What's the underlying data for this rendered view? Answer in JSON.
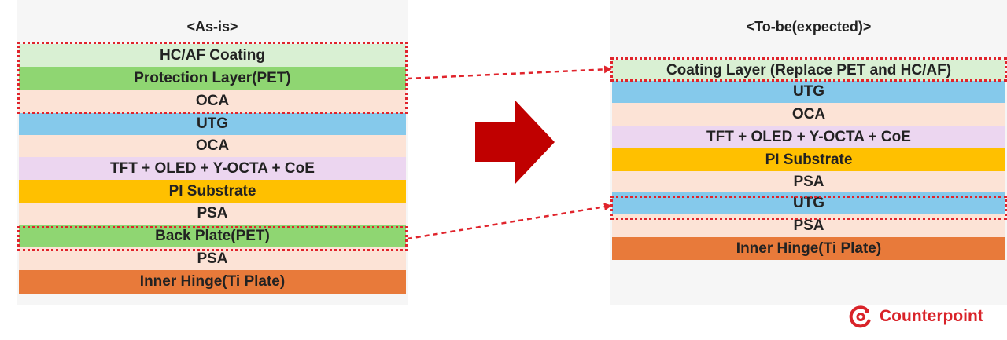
{
  "asis": {
    "title": "<As-is>",
    "layers": [
      {
        "label": "HC/AF Coating",
        "color": "#d9f0d3"
      },
      {
        "label": "Protection Layer(PET)",
        "color": "#8fd672"
      },
      {
        "label": "OCA",
        "color": "#fce3d6"
      },
      {
        "label": "UTG",
        "color": "#85c9eb"
      },
      {
        "label": "OCA",
        "color": "#fce3d6"
      },
      {
        "label": "TFT + OLED + Y-OCTA + CoE",
        "color": "#ecd6f0"
      },
      {
        "label": "PI Substrate",
        "color": "#ffc000"
      },
      {
        "label": "PSA",
        "color": "#fce3d6"
      },
      {
        "label": "Back Plate(PET)",
        "color": "#8fd672"
      },
      {
        "label": "PSA",
        "color": "#fce3d6"
      },
      {
        "label": "Inner Hinge(Ti Plate)",
        "color": "#e87a3a"
      }
    ]
  },
  "tobe": {
    "title": "<To-be(expected)>",
    "layers": [
      {
        "label": "Coating Layer (Replace PET and HC/AF)",
        "color": "#d9f0d3"
      },
      {
        "label": "UTG",
        "color": "#85c9eb"
      },
      {
        "label": "OCA",
        "color": "#fce3d6"
      },
      {
        "label": "TFT + OLED + Y-OCTA + CoE",
        "color": "#ecd6f0"
      },
      {
        "label": "PI Substrate",
        "color": "#ffc000"
      },
      {
        "label": "PSA",
        "color": "#fce3d6"
      },
      {
        "label": "UTG",
        "color": "#85c9eb"
      },
      {
        "label": "PSA",
        "color": "#fce3d6"
      },
      {
        "label": "Inner Hinge(Ti Plate)",
        "color": "#e87a3a"
      }
    ]
  },
  "colors": {
    "highlight": "#e0242c",
    "arrow": "#c00000",
    "brand": "#d92329"
  },
  "logo": {
    "text": "Counterpoint",
    "icon": "counterpoint-logo-icon"
  }
}
